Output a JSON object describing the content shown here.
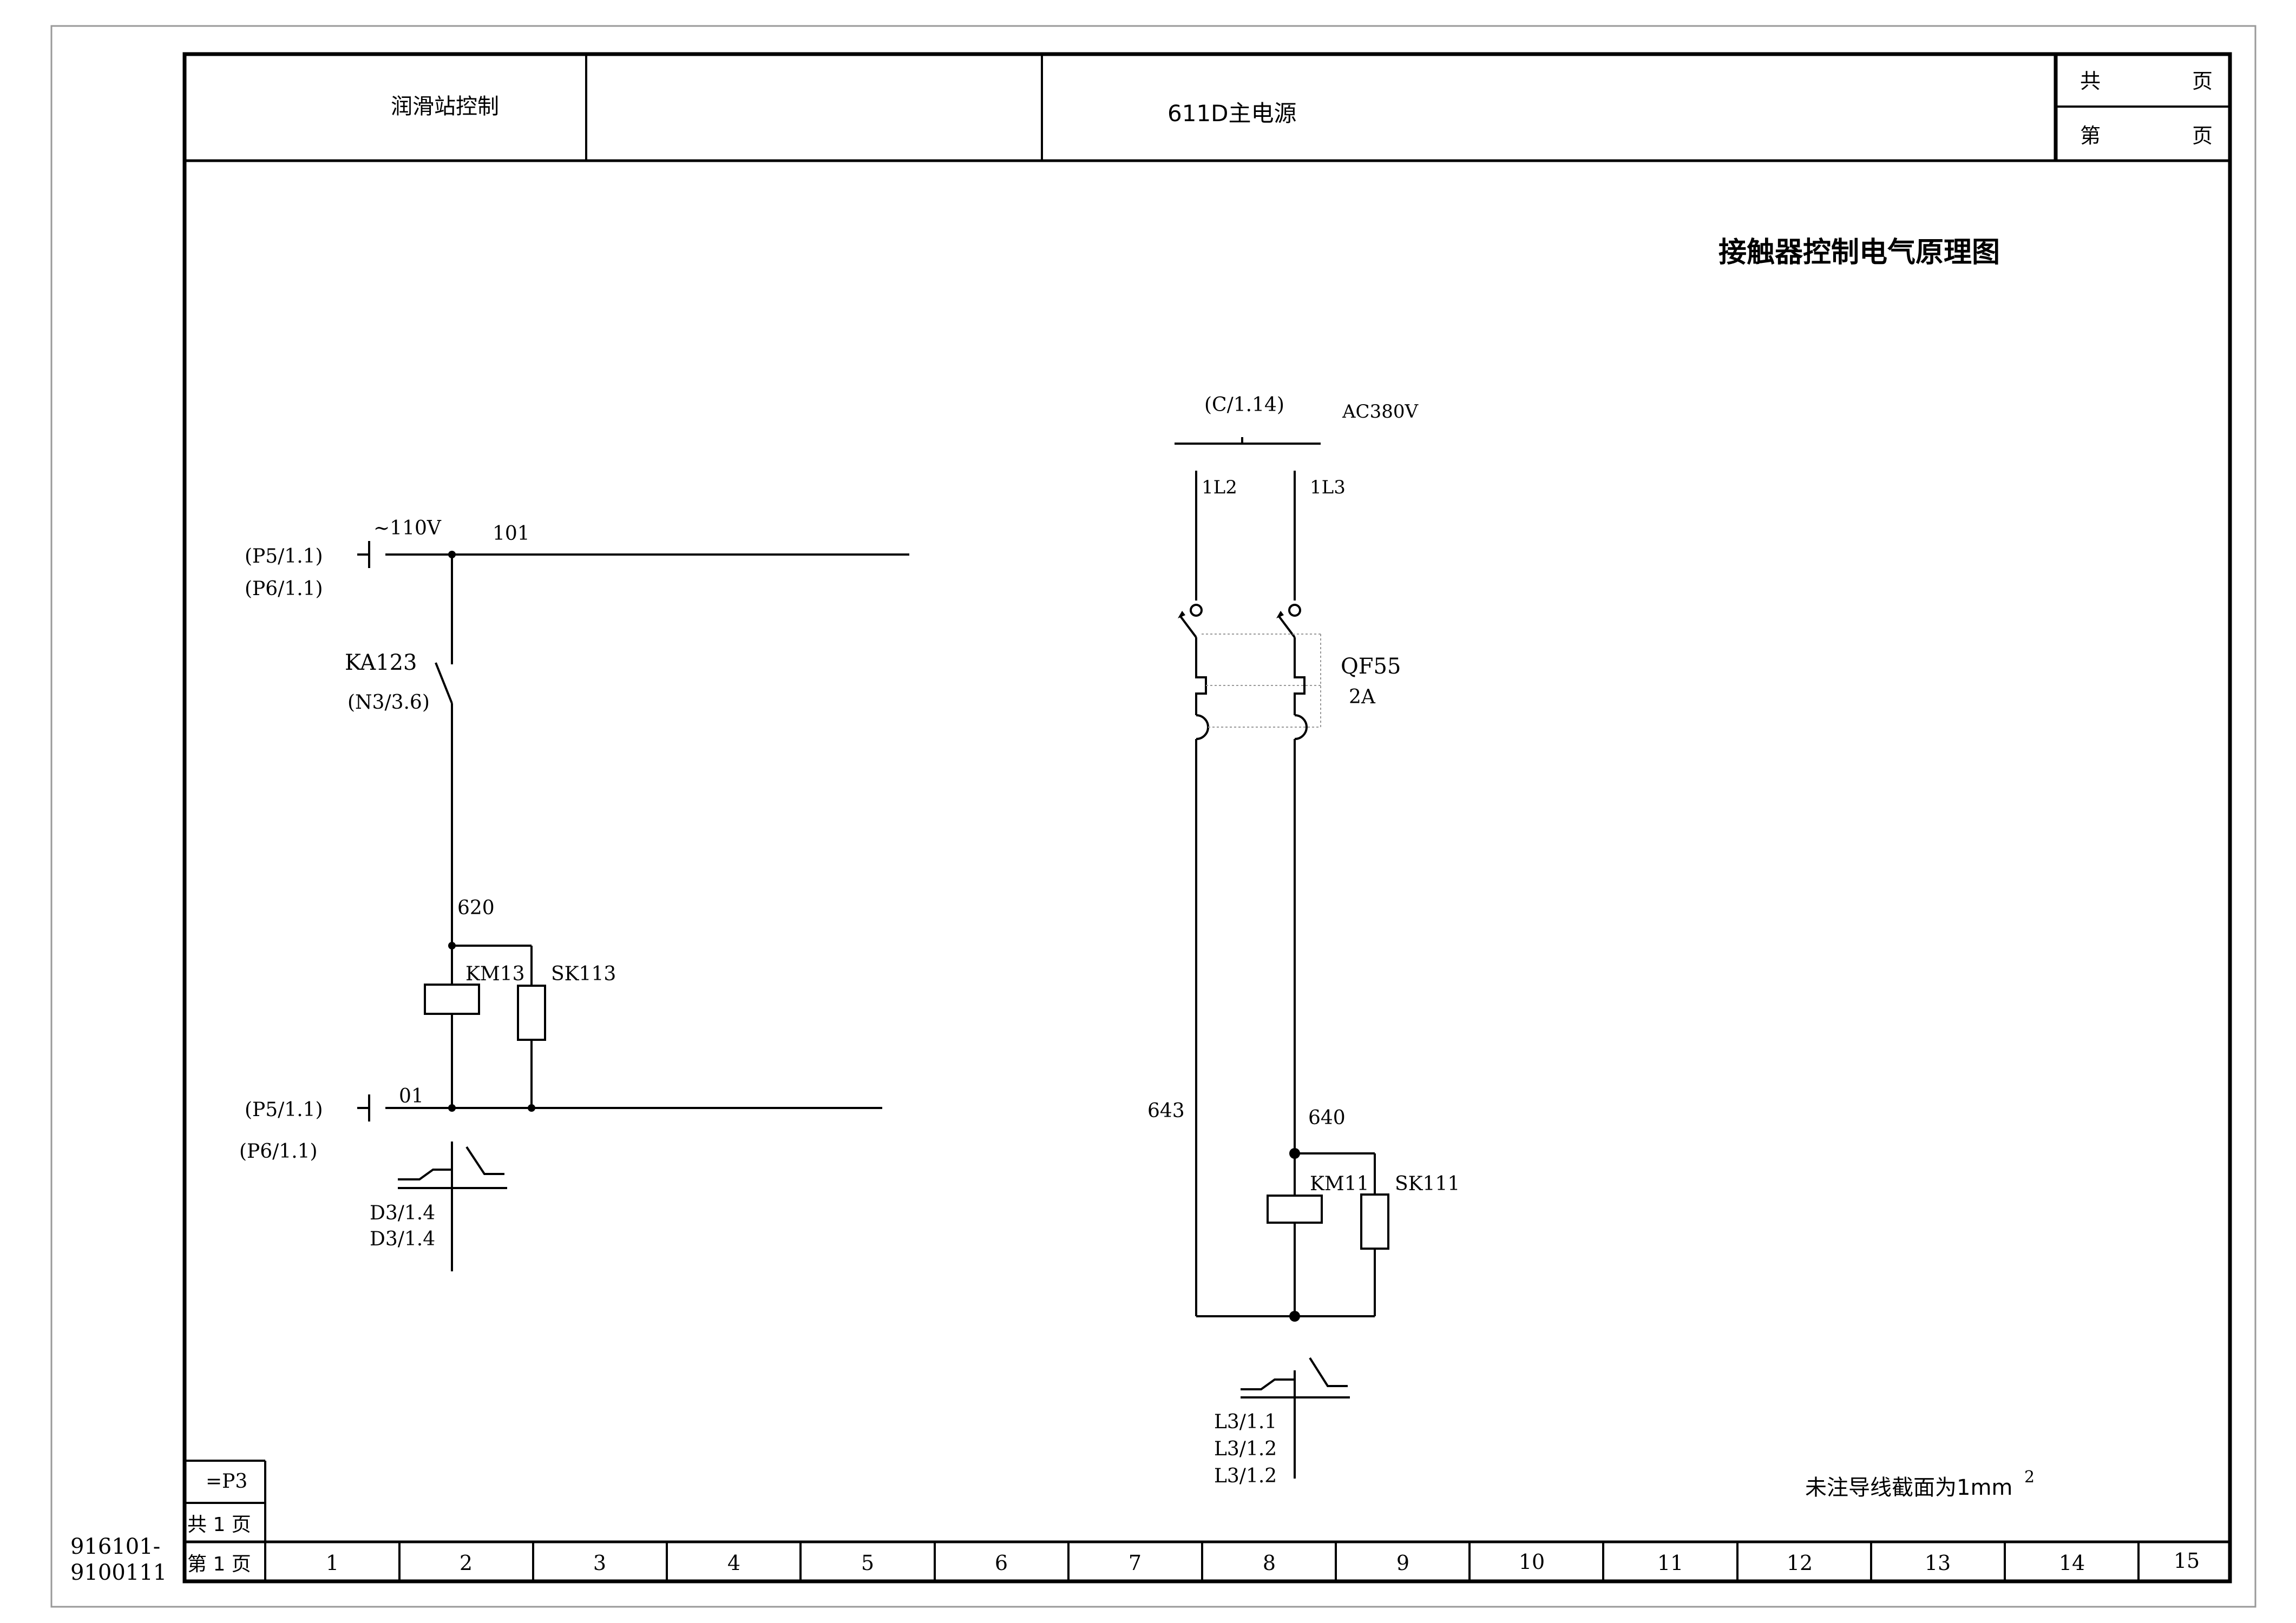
{
  "title_block": {
    "project": "润滑站控制",
    "subject": "611D主电源",
    "total_label": "共",
    "page_label": "第",
    "page_unit_1": "页",
    "page_unit_2": "页"
  },
  "drawing_title": "接触器控制电气原理图",
  "left_circuit": {
    "source_ref_1": "(P5/1.1)",
    "source_ref_2": "(P6/1.1)",
    "voltage": "~110V",
    "wire_top": "101",
    "relay_contact": "KA123",
    "relay_ref": "(N3/3.6)",
    "wire_mid": "620",
    "coil": "KM13",
    "suppressor": "SK113",
    "return_ref_1": "(P5/1.1)",
    "return_ref_2": "(P6/1.1)",
    "wire_bottom": "01",
    "contact_ref_1": "D3/1.4",
    "contact_ref_2": "D3/1.4"
  },
  "right_circuit": {
    "source_ref": "(C/1.14)",
    "voltage": "AC380V",
    "phase_1": "1L2",
    "phase_2": "1L3",
    "breaker": "QF55",
    "breaker_rating": "2A",
    "wire_left": "643",
    "wire_right": "640",
    "coil": "KM11",
    "suppressor": "SK111",
    "contact_ref_1": "L3/1.1",
    "contact_ref_2": "L3/1.2",
    "contact_ref_3": "L3/1.2"
  },
  "note": {
    "text": "未注导线截面为1mm",
    "superscript": "2"
  },
  "footer": {
    "location": "=P3",
    "total_pages": "共 1 页",
    "current_page": "第 1 页",
    "drawing_number_1": "916101-",
    "drawing_number_2": "9100111",
    "columns": [
      "1",
      "2",
      "3",
      "4",
      "5",
      "6",
      "7",
      "8",
      "9",
      "10",
      "11",
      "12",
      "13",
      "14",
      "15"
    ]
  }
}
